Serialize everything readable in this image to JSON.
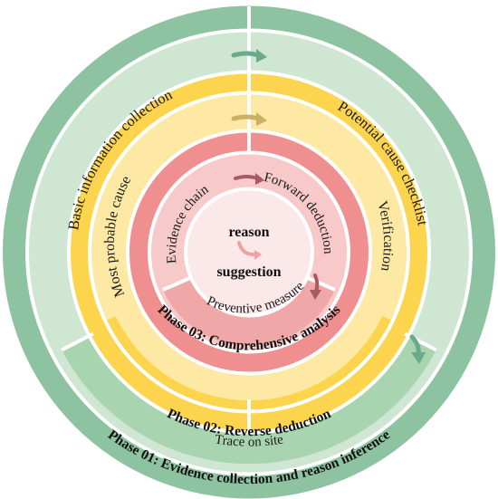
{
  "colors": {
    "outer_dark": "#8dc3a0",
    "outer_light": "#cfe6d2",
    "outer_band": "#a8d4af",
    "mid_dark": "#fcd44e",
    "mid_light": "#fde9a4",
    "inner_dark": "#ef8f8f",
    "inner_light": "#f7c9c9",
    "center": "#fbe8e8",
    "arrow_green": "#6aa98b",
    "arrow_gold": "#c9b062",
    "arrow_red": "#a85a63",
    "arrow_center": "#f0a0a0"
  },
  "center": {
    "top": "reason",
    "bottom": "suggestion"
  },
  "phase1": {
    "title": "Phase 01: Evidence collection and reason inference",
    "left": "Basic information collection",
    "right": "Potential cause checklist",
    "bottom": "Trace on site"
  },
  "phase2": {
    "title": "Phase 02: Reverse deduction",
    "left": "Most probable cause",
    "right": "Verification"
  },
  "phase3": {
    "title": "Phase 03: Comprehensive analysis",
    "left": "Evidence chain",
    "right": "Forward deduction",
    "bottom": "Preventive measure"
  }
}
